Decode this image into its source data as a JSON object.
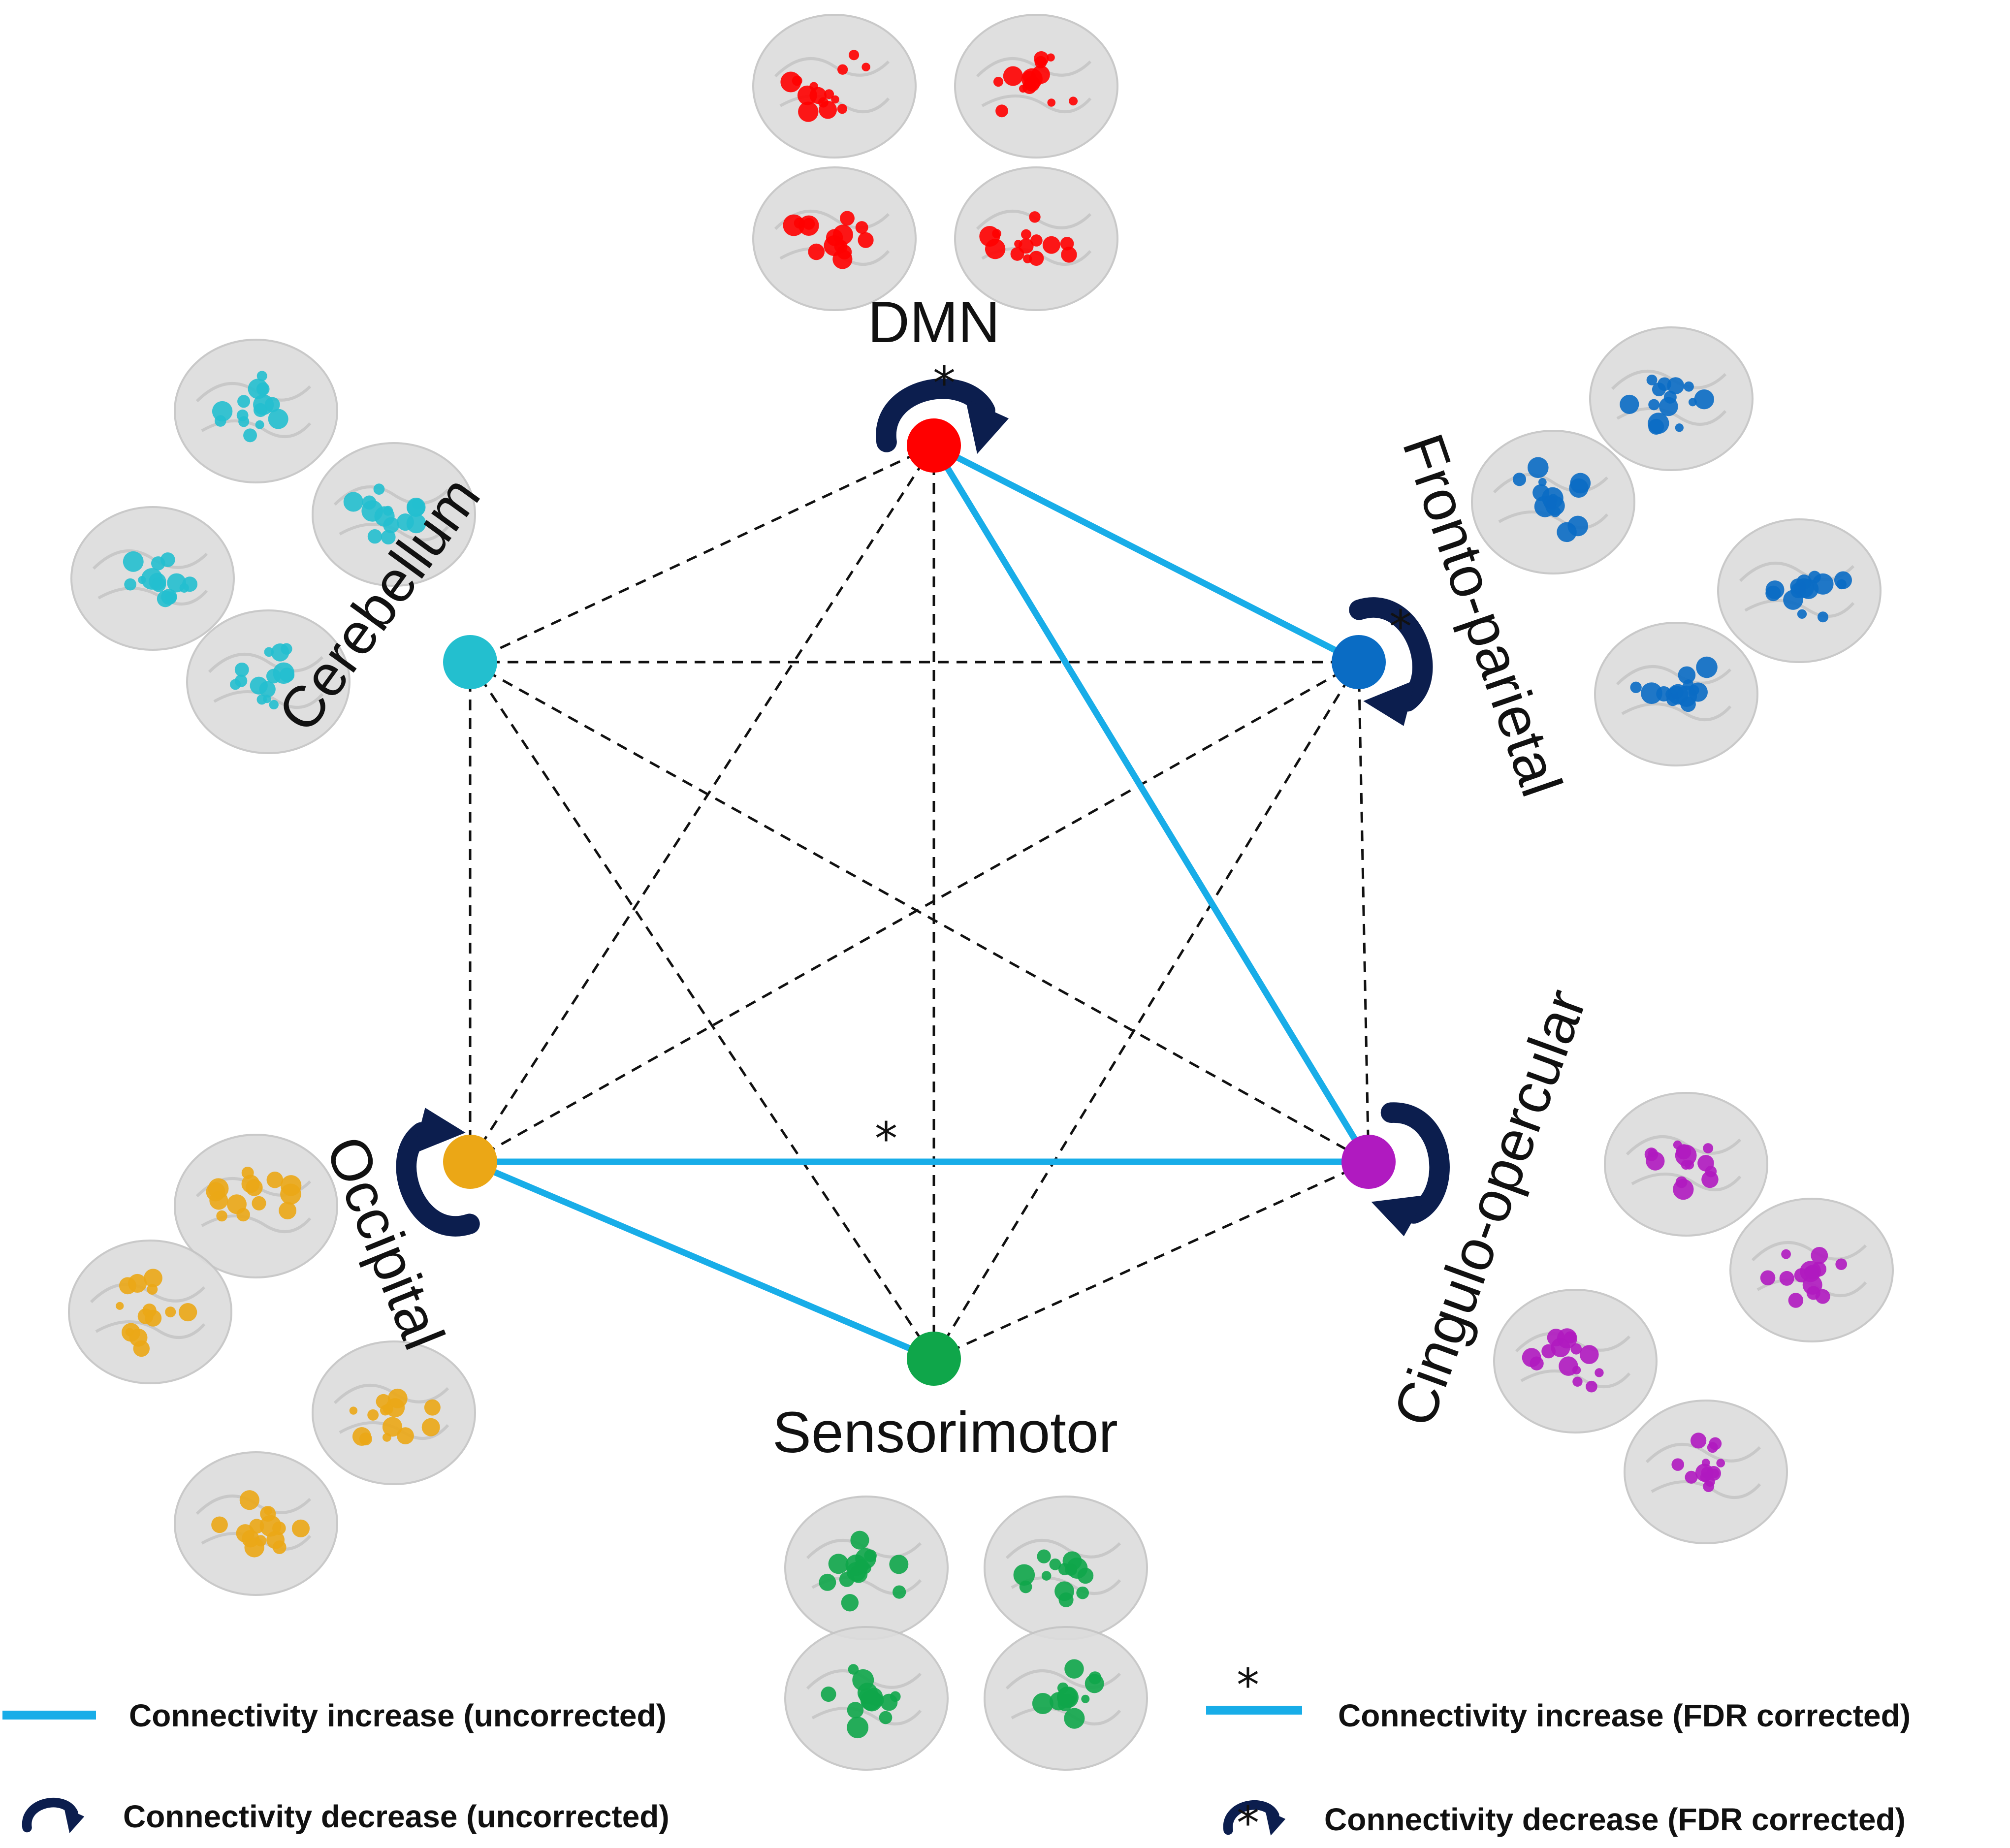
{
  "networks": [
    {
      "id": "dmn",
      "label": "DMN",
      "color": "#FF0000",
      "self_decrease": "fdr"
    },
    {
      "id": "fronto-parietal",
      "label": "Fronto-parietal",
      "color": "#0A6CC4",
      "self_decrease": "fdr"
    },
    {
      "id": "cingulo-opercular",
      "label": "Cingulo-opercular",
      "color": "#B01AC0",
      "self_decrease": "uncorrected"
    },
    {
      "id": "sensorimotor",
      "label": "Sensorimotor",
      "color": "#0FA64A",
      "self_decrease": "none"
    },
    {
      "id": "occipital",
      "label": "Occipital",
      "color": "#EBA716",
      "self_decrease": "uncorrected"
    },
    {
      "id": "cerebellum",
      "label": "Cerebellum",
      "color": "#23BFCF",
      "self_decrease": "none"
    }
  ],
  "connections": {
    "increase_uncorrected": [
      [
        "dmn",
        "fronto-parietal"
      ],
      [
        "dmn",
        "cingulo-opercular"
      ],
      [
        "occipital",
        "sensorimotor"
      ]
    ],
    "increase_fdr": [
      [
        "occipital",
        "cingulo-opercular"
      ]
    ],
    "no_change": [
      [
        "dmn",
        "cerebellum"
      ],
      [
        "dmn",
        "occipital"
      ],
      [
        "dmn",
        "sensorimotor"
      ],
      [
        "cerebellum",
        "fronto-parietal"
      ],
      [
        "cerebellum",
        "occipital"
      ],
      [
        "cerebellum",
        "sensorimotor"
      ],
      [
        "cerebellum",
        "cingulo-opercular"
      ],
      [
        "fronto-parietal",
        "occipital"
      ],
      [
        "fronto-parietal",
        "sensorimotor"
      ],
      [
        "fronto-parietal",
        "cingulo-opercular"
      ],
      [
        "cingulo-opercular",
        "sensorimotor"
      ]
    ]
  },
  "colors": {
    "increase_line": "#18ADE8",
    "decrease_arrow": "#0C1E4E",
    "no_change_line": "#111111",
    "brain_fill": "#DCDCDC"
  },
  "significance_marker": "*",
  "legend": {
    "increase_uncorrected": "Connectivity increase (uncorrected)",
    "increase_fdr": "Connectivity increase (FDR corrected)",
    "decrease_uncorrected": "Connectivity decrease (uncorrected)",
    "decrease_fdr": "Connectivity decrease (FDR corrected)"
  }
}
